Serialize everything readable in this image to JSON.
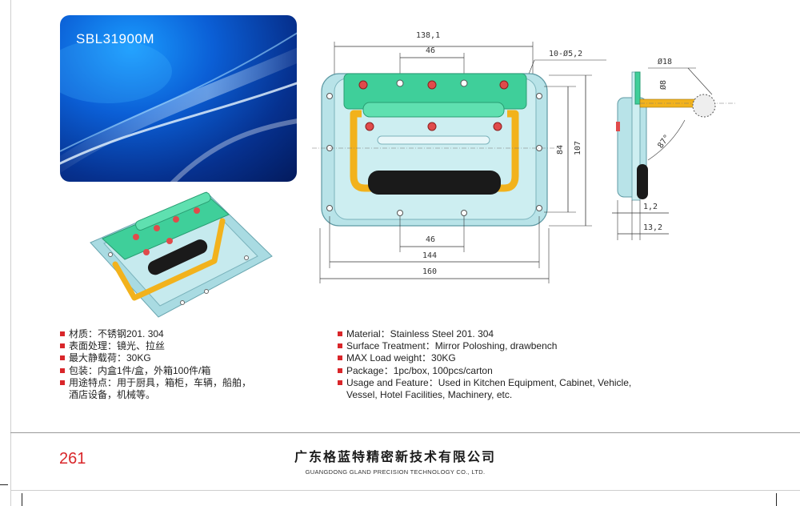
{
  "hero": {
    "model": "SBL31900M"
  },
  "drawing": {
    "dims": {
      "overall_width_top": "138,1",
      "hole_spacing_top": "46",
      "holes": "10-Ø5,2",
      "height_inner": "84",
      "height_outer": "107",
      "hole_spacing_bottom": "46",
      "width_mid": "144",
      "width_total": "160"
    }
  },
  "side_view": {
    "dims": {
      "pin_dia": "Ø18",
      "shaft_dia": "Ø8",
      "angle": "87°",
      "thickness": "1,2",
      "depth": "13,2"
    }
  },
  "specs_cn": [
    {
      "text": "材质：不锈钢201. 304"
    },
    {
      "text": "表面处理：镜光、拉丝"
    },
    {
      "text": "最大静载荷：30KG"
    },
    {
      "text": "包装：内盒1件/盒，外箱100件/箱"
    },
    {
      "text": "用途特点：用于厨具，箱柜，车辆，船舶，",
      "line2": "酒店设备，机械等。"
    }
  ],
  "specs_en": [
    {
      "text": "Material：Stainless Steel 201. 304"
    },
    {
      "text": "Surface Treatment：Mirror Poloshing, drawbench"
    },
    {
      "text": "MAX Load weight：30KG"
    },
    {
      "text": "Package：1pc/box,  100pcs/carton"
    },
    {
      "text": "Usage and Feature：Used in Kitchen Equipment, Cabinet, Vehicle,",
      "line2": "Vessel, Hotel Facilities, Machinery, etc."
    }
  ],
  "footer": {
    "page_number": "261",
    "company_cn": "广东格蓝特精密新技术有限公司",
    "company_en": "GUANGDONG GLAND PRECISION TECHNOLOGY CO., LTD."
  },
  "colors": {
    "accent_red": "#d9262a",
    "plate": "#9fd6dc",
    "bracket_green": "#3fcf9a",
    "handle_yellow": "#f2b21c",
    "grip_black": "#1a1a1a"
  }
}
